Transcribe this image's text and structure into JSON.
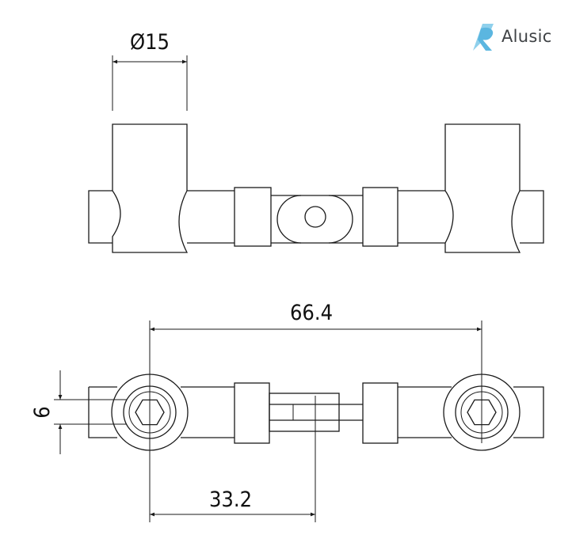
{
  "brand": {
    "name": "Alusic",
    "accent_color": "#5bb6e0",
    "text_color": "#3f4245",
    "icon": "alusic-logo-icon"
  },
  "dimensions": {
    "diameter": "Ø15",
    "center_distance": "66.4",
    "half_distance": "33.2",
    "thickness": "6"
  }
}
